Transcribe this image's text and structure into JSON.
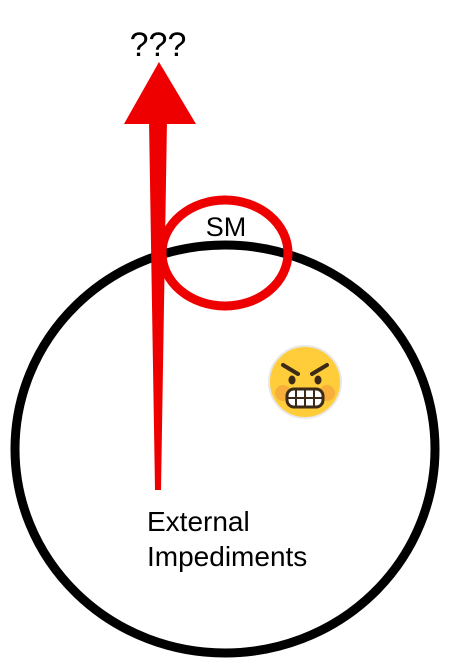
{
  "diagram": {
    "top_label": "???",
    "small_circle_label": "SM",
    "big_circle_label_lines": [
      "External",
      "Impediments"
    ],
    "emoji": {
      "icon": "angry-face-icon",
      "glyph": "😬"
    },
    "colors": {
      "arrow": "#ee0000",
      "small_circle": "#ee0000",
      "big_circle": "#000000",
      "emoji_face": "#ffcd3a",
      "emoji_blush": "#f39a3a"
    }
  }
}
